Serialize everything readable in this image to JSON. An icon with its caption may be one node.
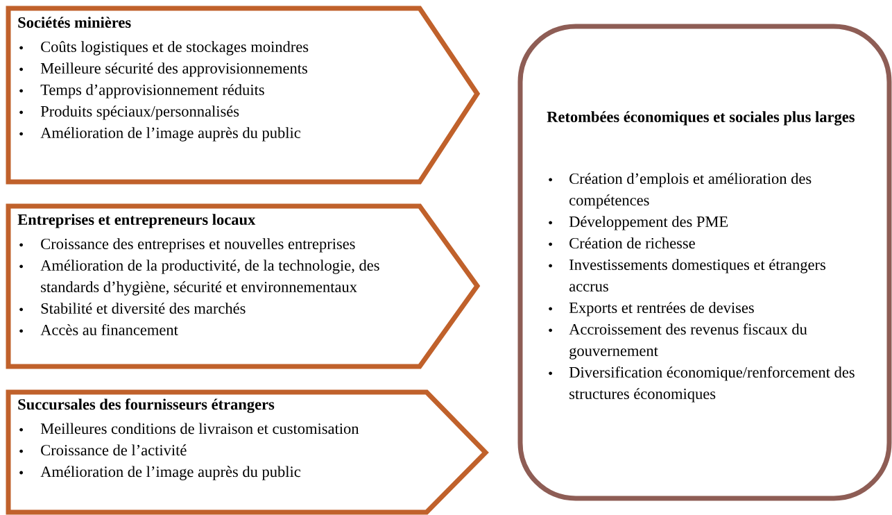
{
  "diagram": {
    "nodes": [
      {
        "text": [
          "Sociétés minières",
          "Coûts logistiques et de stockages moindres",
          "Meilleure sécurité des approvisionnements",
          "Temps d’approvisionnement réduits",
          "Produits spéciaux/personnalisés",
          "Amélioration de l’image auprès du public"
        ]
      },
      {
        "text": [
          "Entreprises et entrepreneurs locaux",
          "Croissance des entreprises et nouvelles entreprises",
          "Amélioration de la productivité, de la technologie, des standards d’hygiène, sécurité et environnementaux",
          "Stabilité et diversité des marchés",
          "Accès au financement"
        ]
      },
      {
        "text": [
          "Succursales des fournisseurs étrangers",
          "Meilleures conditions de livraison et customisation",
          "Croissance de l’activité",
          "Amélioration de l’image auprès du public"
        ]
      },
      {
        "text": [
          "Retombées économiques et sociales plus larges",
          "Création d’emplois et amélioration des compétences",
          "Développement des PME",
          "Création de richesse",
          "Investissements domestiques et étrangers accrus",
          "Exports et rentrées de devises",
          "Accroissement des revenus fiscaux du gouvernement",
          "Diversification économique/renforcement des structures économiques"
        ]
      }
    ]
  }
}
